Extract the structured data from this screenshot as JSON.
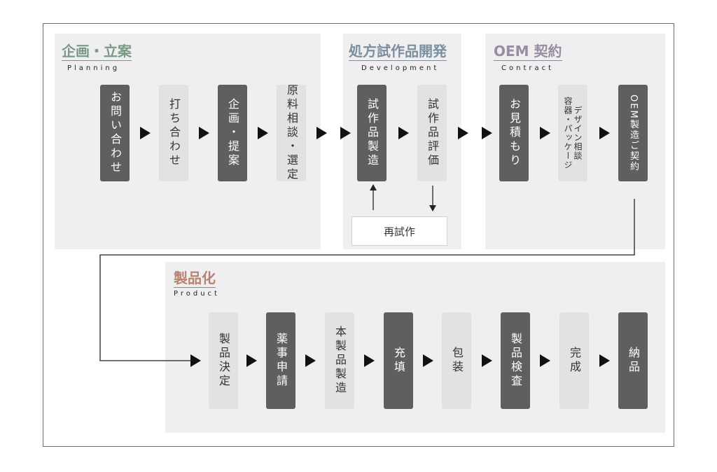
{
  "sections": {
    "planning": {
      "title": "企画・立案",
      "subtitle": "Planning",
      "color": "#7a9a86"
    },
    "development": {
      "title": "処方試作品開発",
      "subtitle": "Development",
      "color": "#7b8f9e"
    },
    "contract": {
      "title": "OEM 契約",
      "subtitle": "Contract",
      "color": "#9b8ba3"
    },
    "product": {
      "title": "製品化",
      "subtitle": "Product",
      "color": "#b9826f"
    }
  },
  "steps": {
    "inquiry": "お問い合わせ",
    "meeting": "打ち合わせ",
    "proposal": "企画・提案",
    "materials": "原料相談・選定",
    "prototype": "試作品製造",
    "evaluation": "試作品評価",
    "estimate": "お見積もり",
    "package_line1": "容器・パッケージ",
    "package_line2": "デザイン相談",
    "oem": "OEM製造ご契約",
    "decision": "製品決定",
    "regulatory": "薬事申請",
    "production": "本製品製造",
    "filling": "充填",
    "packaging": "包装",
    "inspection": "製品検査",
    "completion": "完成",
    "delivery": "納品"
  },
  "retry": "再試作"
}
